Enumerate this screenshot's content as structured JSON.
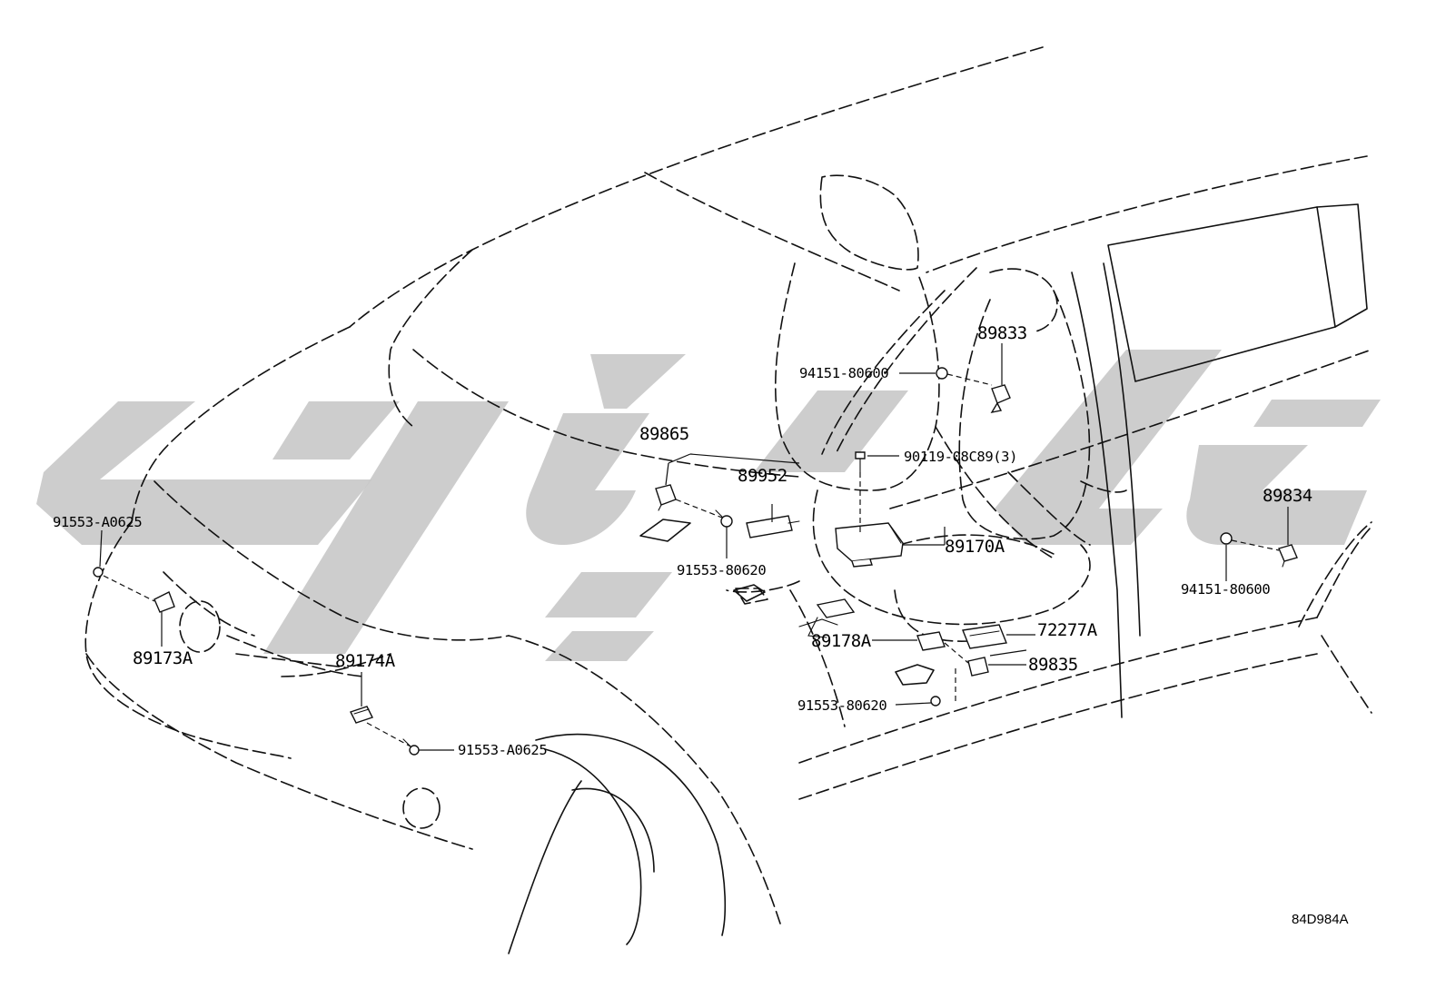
{
  "diagram": {
    "drawing_code": "84D984A",
    "callouts": {
      "p89833": "89833",
      "p94151_top": "94151-80600",
      "p90119": "90119-08C89(3)",
      "p89865": "89865",
      "p89952": "89952",
      "p91553_a_left": "91553-A0625",
      "p89170a": "89170A",
      "p91553_806_mid": "91553-80620",
      "p89834": "89834",
      "p94151_right": "94151-80600",
      "p89173a": "89173A",
      "p89174a": "89174A",
      "p89178a": "89178A",
      "p72277a": "72277A",
      "p89835": "89835",
      "p91553_806_low": "91553-80620",
      "p91553_a_bottom": "91553-A0625"
    }
  }
}
